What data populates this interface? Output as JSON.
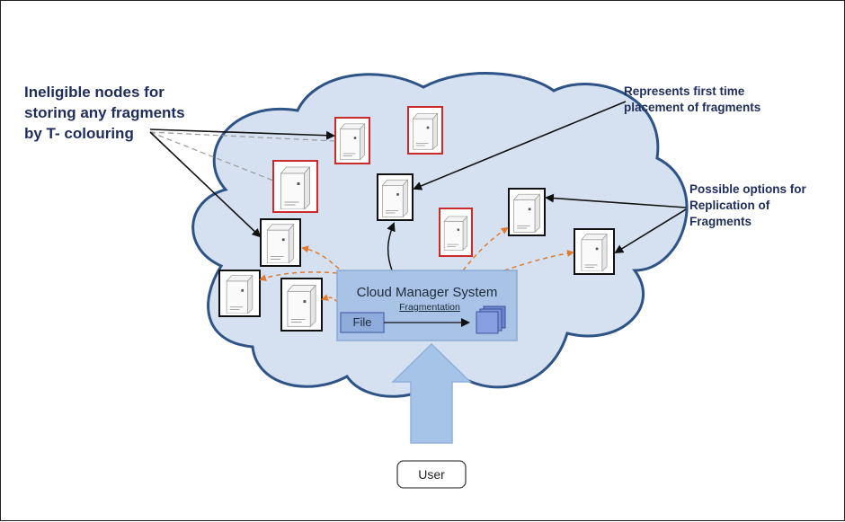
{
  "annotations": {
    "ineligible": "Ineligible nodes for\nstoring any fragments\n by T- colouring",
    "first_placement": "Represents first time\nplacement of fragments",
    "replication": "Possible options for\nReplication of\nFragments"
  },
  "cloud_manager": {
    "title": "Cloud Manager System",
    "fragmentation_label": "Fragmentation",
    "file_label": "File"
  },
  "user_label": "User",
  "colors": {
    "cloud_fill": "#d5e1f1",
    "cloud_stroke": "#2e5386",
    "ineligible_border": "#cc2a2a",
    "node_border": "#111111",
    "annotation_text": "#1f2d5c",
    "replication_arrow": "#e07a2f",
    "cms_fill": "#a9c3e6",
    "user_arrow": "#a6c3e8"
  }
}
